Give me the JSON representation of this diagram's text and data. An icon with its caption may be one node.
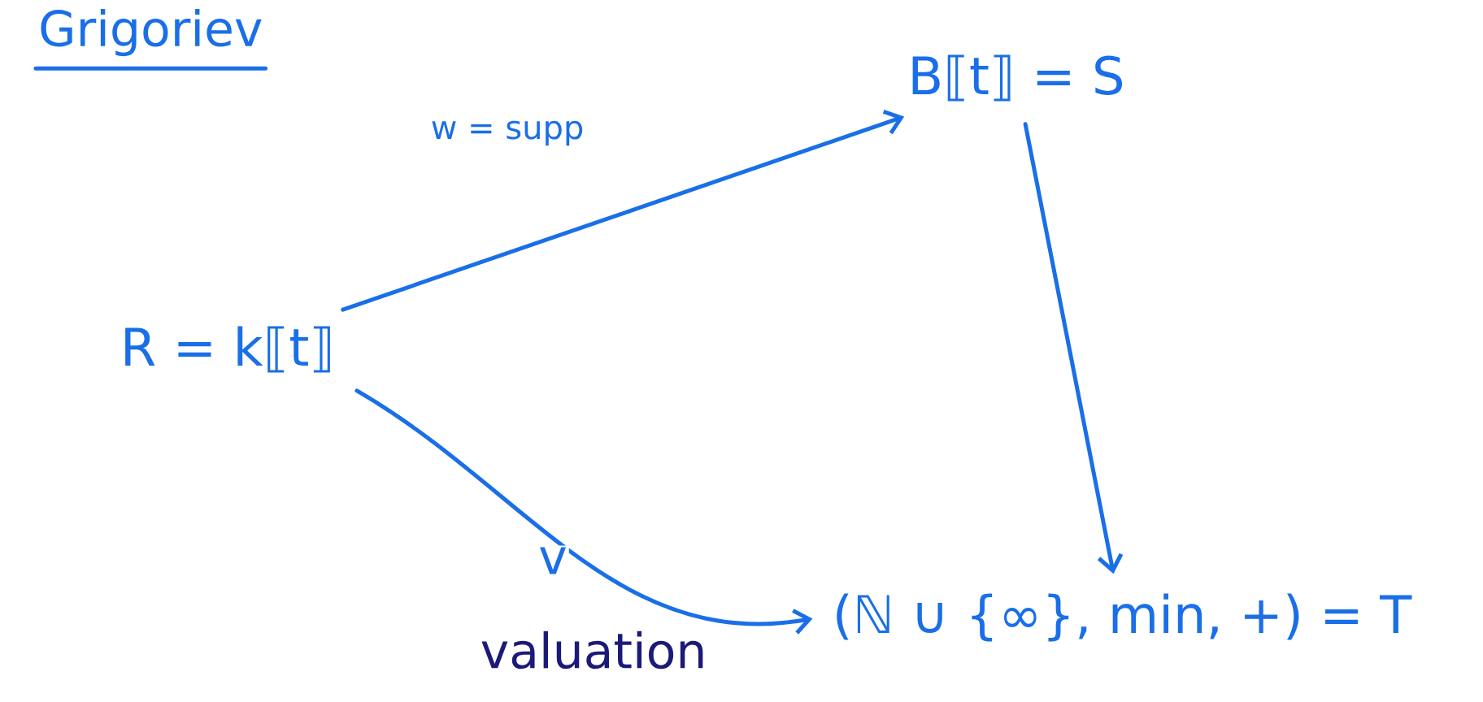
{
  "diagram": {
    "title": "Grigoriev",
    "nodes": [
      {
        "text": [
          "R = k⟦t⟧"
        ]
      },
      {
        "text": [
          "B⟦t⟧ = S"
        ]
      },
      {
        "text": [
          "(ℕ ∪ {∞}, min, +) = T"
        ]
      }
    ],
    "edges": [
      {
        "from": 0,
        "to": 1,
        "arrow": "to",
        "label": "w = supp"
      },
      {
        "from": 0,
        "to": 2,
        "arrow": "to",
        "label": "v"
      },
      {
        "from": 1,
        "to": 2,
        "arrow": "to"
      }
    ],
    "labels": [
      "valuation"
    ]
  }
}
